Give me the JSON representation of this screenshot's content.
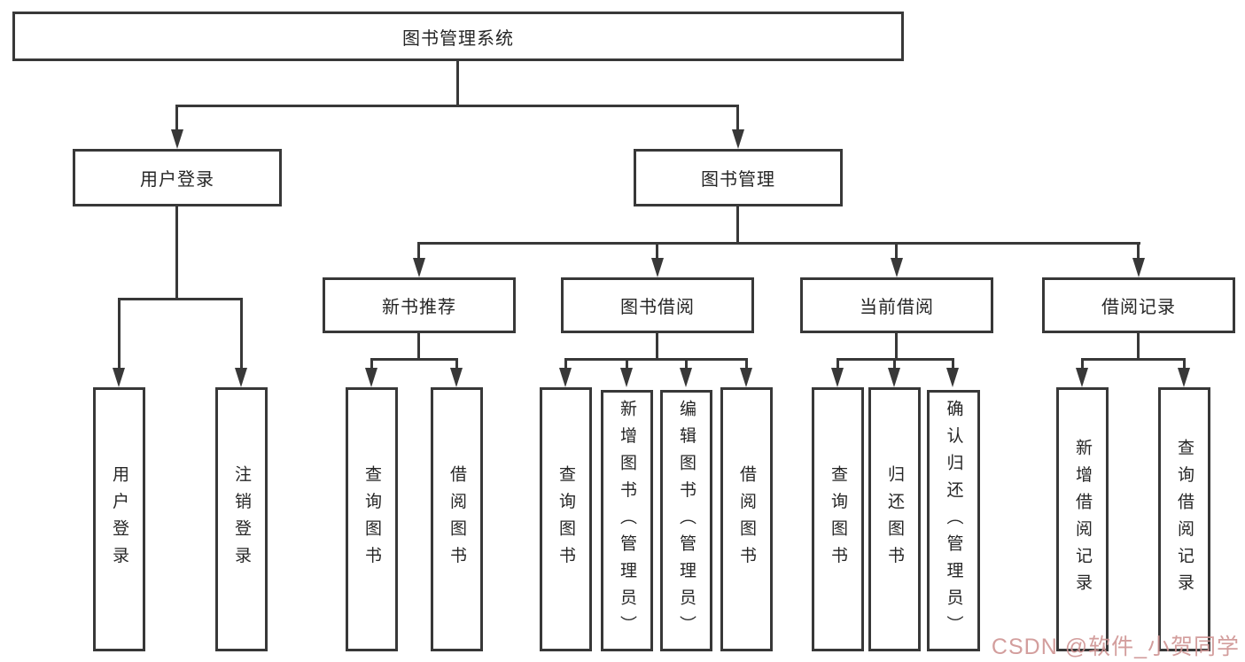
{
  "diagram": {
    "root": {
      "label": "图书管理系统"
    },
    "branches": [
      {
        "label": "用户登录",
        "children": [
          {
            "label": "用户登录"
          },
          {
            "label": "注销登录"
          }
        ]
      },
      {
        "label": "图书管理",
        "children": [
          {
            "label": "新书推荐",
            "children": [
              {
                "label": "查询图书"
              },
              {
                "label": "借阅图书"
              }
            ]
          },
          {
            "label": "图书借阅",
            "children": [
              {
                "label": "查询图书"
              },
              {
                "label": "新增图书（管理员）"
              },
              {
                "label": "编辑图书（管理员）"
              },
              {
                "label": "借阅图书"
              }
            ]
          },
          {
            "label": "当前借阅",
            "children": [
              {
                "label": "查询图书"
              },
              {
                "label": "归还图书"
              },
              {
                "label": "确认归还（管理员）"
              }
            ]
          },
          {
            "label": "借阅记录",
            "children": [
              {
                "label": "新增借阅记录"
              },
              {
                "label": "查询借阅记录"
              }
            ]
          }
        ]
      }
    ]
  },
  "watermark": {
    "text": "CSDN @软件_小贺同学",
    "color": "#cf9493"
  },
  "colors": {
    "line": "#383838",
    "box_border": "#383838",
    "text": "#262626",
    "background": "#ffffff"
  }
}
